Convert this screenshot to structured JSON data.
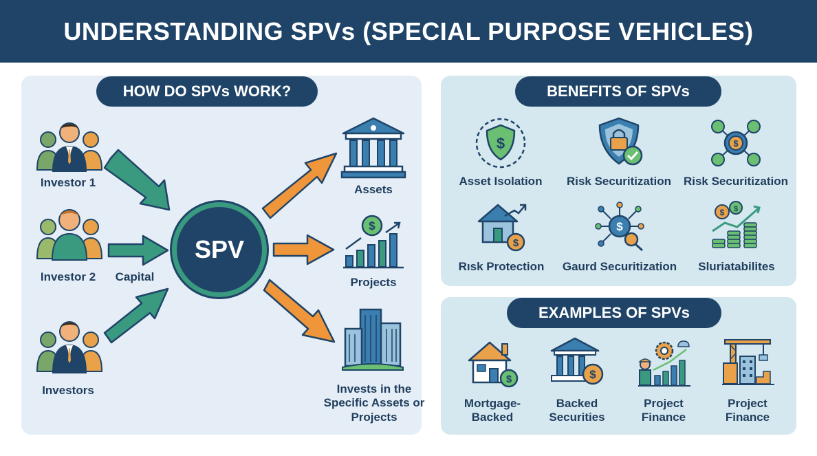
{
  "title": "UNDERSTANDING SPVs (SPECIAL PURPOSE VEHICLES)",
  "how": {
    "heading": "HOW DO SPVs WORK?",
    "investors": [
      "Investor 1",
      "Investor 2",
      "Investors"
    ],
    "capital_label": "Capital",
    "center_label": "SPV",
    "outputs": [
      "Assets",
      "Projects",
      "Invests in the Specific Assets or Projects"
    ]
  },
  "benefits": {
    "heading": "BENEFITS OF SPVs",
    "items": [
      {
        "label": "Asset Isolation",
        "icon": "shield-dollar-icon"
      },
      {
        "label": "Risk Securitization",
        "icon": "shield-lock-icon"
      },
      {
        "label": "Risk Securitization",
        "icon": "network-dollar-icon"
      },
      {
        "label": "Rısk Protection",
        "icon": "house-growth-icon"
      },
      {
        "label": "Gaurd Securitization",
        "icon": "dollar-magnify-icon"
      },
      {
        "label": "Sluriatabilites",
        "icon": "coins-growth-icon"
      }
    ]
  },
  "examples": {
    "heading": "EXAMPLES OF SPVs",
    "items": [
      {
        "label": "Mortgage-Backed",
        "icon": "house-dollar-icon"
      },
      {
        "label": "Backed Securities",
        "icon": "bank-dollar-icon"
      },
      {
        "label": "Project Finance",
        "icon": "worker-gear-icon"
      },
      {
        "label": "Project Finance",
        "icon": "crane-building-icon"
      }
    ]
  },
  "colors": {
    "navy": "#1f4468",
    "teal": "#3a9a80",
    "orange": "#f0963a",
    "green": "#2e8b57"
  }
}
